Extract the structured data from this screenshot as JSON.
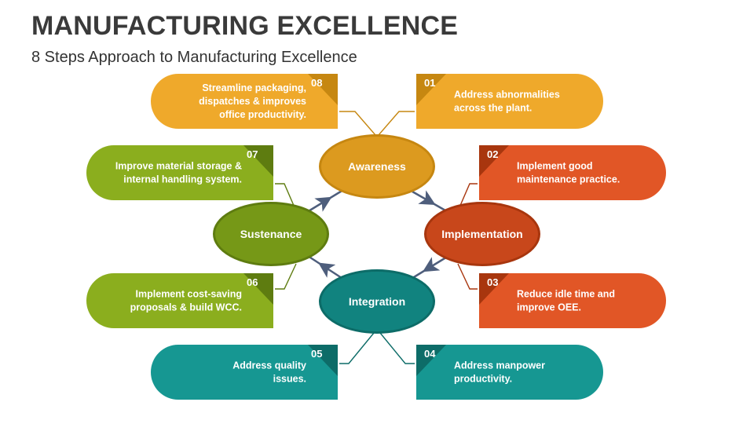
{
  "title": "MANUFACTURING EXCELLENCE",
  "subtitle": "8 Steps Approach to Manufacturing Excellence",
  "colors": {
    "gold": "#EFA92B",
    "gold_dark": "#C68711",
    "red": "#E15626",
    "red_dark": "#A8360E",
    "teal": "#169792",
    "teal_dark": "#0D6C68",
    "green": "#8BAE1E",
    "green_dark": "#5E7C10",
    "arrow": "#4E5E7C"
  },
  "hubs": [
    {
      "id": "awareness",
      "label": "Awareness",
      "color": "gold"
    },
    {
      "id": "implementation",
      "label": "Implementation",
      "color": "red"
    },
    {
      "id": "integration",
      "label": "Integration",
      "color": "teal"
    },
    {
      "id": "sustenance",
      "label": "Sustenance",
      "color": "green"
    }
  ],
  "steps": [
    {
      "number": "01",
      "lines": [
        "Address abnormalities",
        "across the plant."
      ],
      "color": "gold"
    },
    {
      "number": "02",
      "lines": [
        "Implement good",
        "maintenance practice."
      ],
      "color": "red"
    },
    {
      "number": "03",
      "lines": [
        "Reduce idle time and",
        "improve OEE."
      ],
      "color": "red"
    },
    {
      "number": "04",
      "lines": [
        "Address manpower",
        "productivity."
      ],
      "color": "teal"
    },
    {
      "number": "05",
      "lines": [
        "Address quality",
        "issues."
      ],
      "color": "teal"
    },
    {
      "number": "06",
      "lines": [
        "Implement cost-saving",
        "proposals & build WCC."
      ],
      "color": "green"
    },
    {
      "number": "07",
      "lines": [
        "Improve material storage &",
        "internal handling system."
      ],
      "color": "green"
    },
    {
      "number": "08",
      "lines": [
        "Streamline packaging,",
        "dispatches & improves",
        "office productivity."
      ],
      "color": "gold"
    }
  ]
}
